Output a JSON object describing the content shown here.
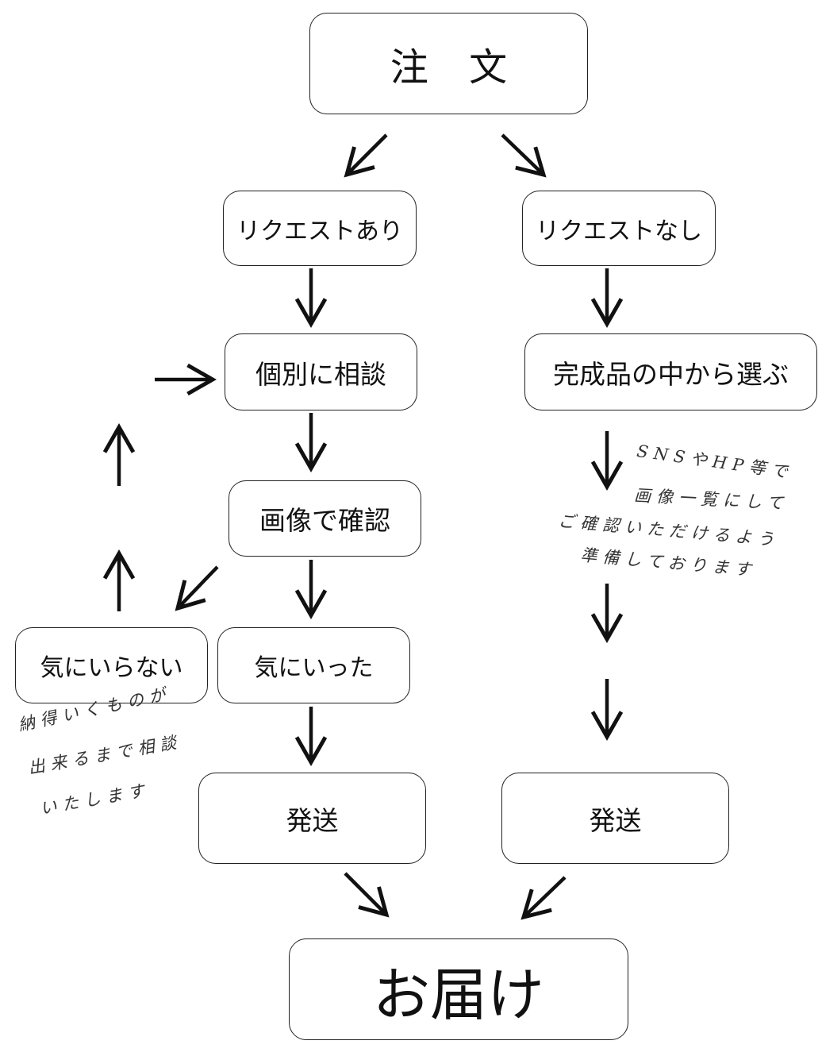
{
  "nodes": {
    "order": "注 文",
    "request_yes": "リクエストあり",
    "request_no": "リクエストなし",
    "consult": "個別に相談",
    "choose": "完成品の中から選ぶ",
    "confirm": "画像で確認",
    "dislike": "気にいらない",
    "like": "気にいった",
    "ship_left": "発送",
    "ship_right": "発送",
    "deliver": "お届け"
  },
  "notes": {
    "left": [
      "納得いくものが",
      "出来るまで相談",
      "いたします"
    ],
    "right": [
      "SNSやHP等で",
      "画像一覧にして",
      "ご確認いただけるよう",
      "準備しております"
    ]
  }
}
